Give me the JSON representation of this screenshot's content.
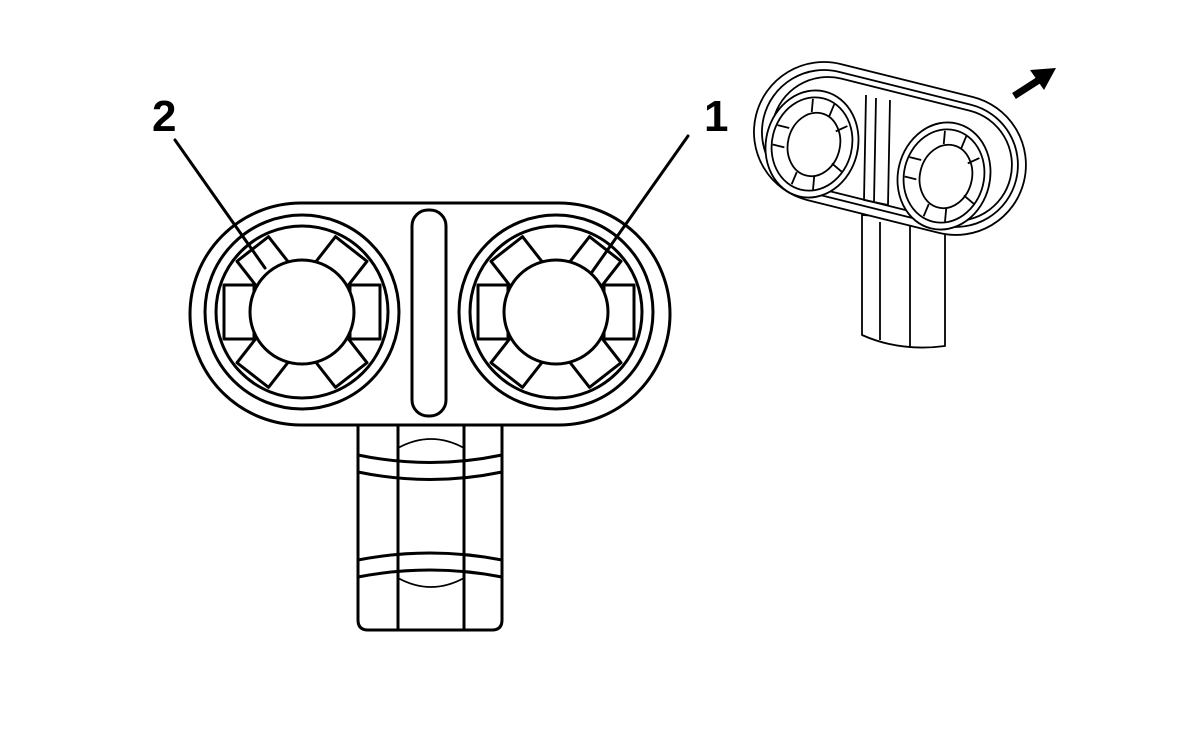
{
  "callouts": [
    {
      "id": "1",
      "label": "1"
    },
    {
      "id": "2",
      "label": "2"
    }
  ],
  "colors": {
    "line": "#000000",
    "background": "#ffffff"
  },
  "icons": {
    "direction_arrow": "arrow-up-right-icon"
  }
}
